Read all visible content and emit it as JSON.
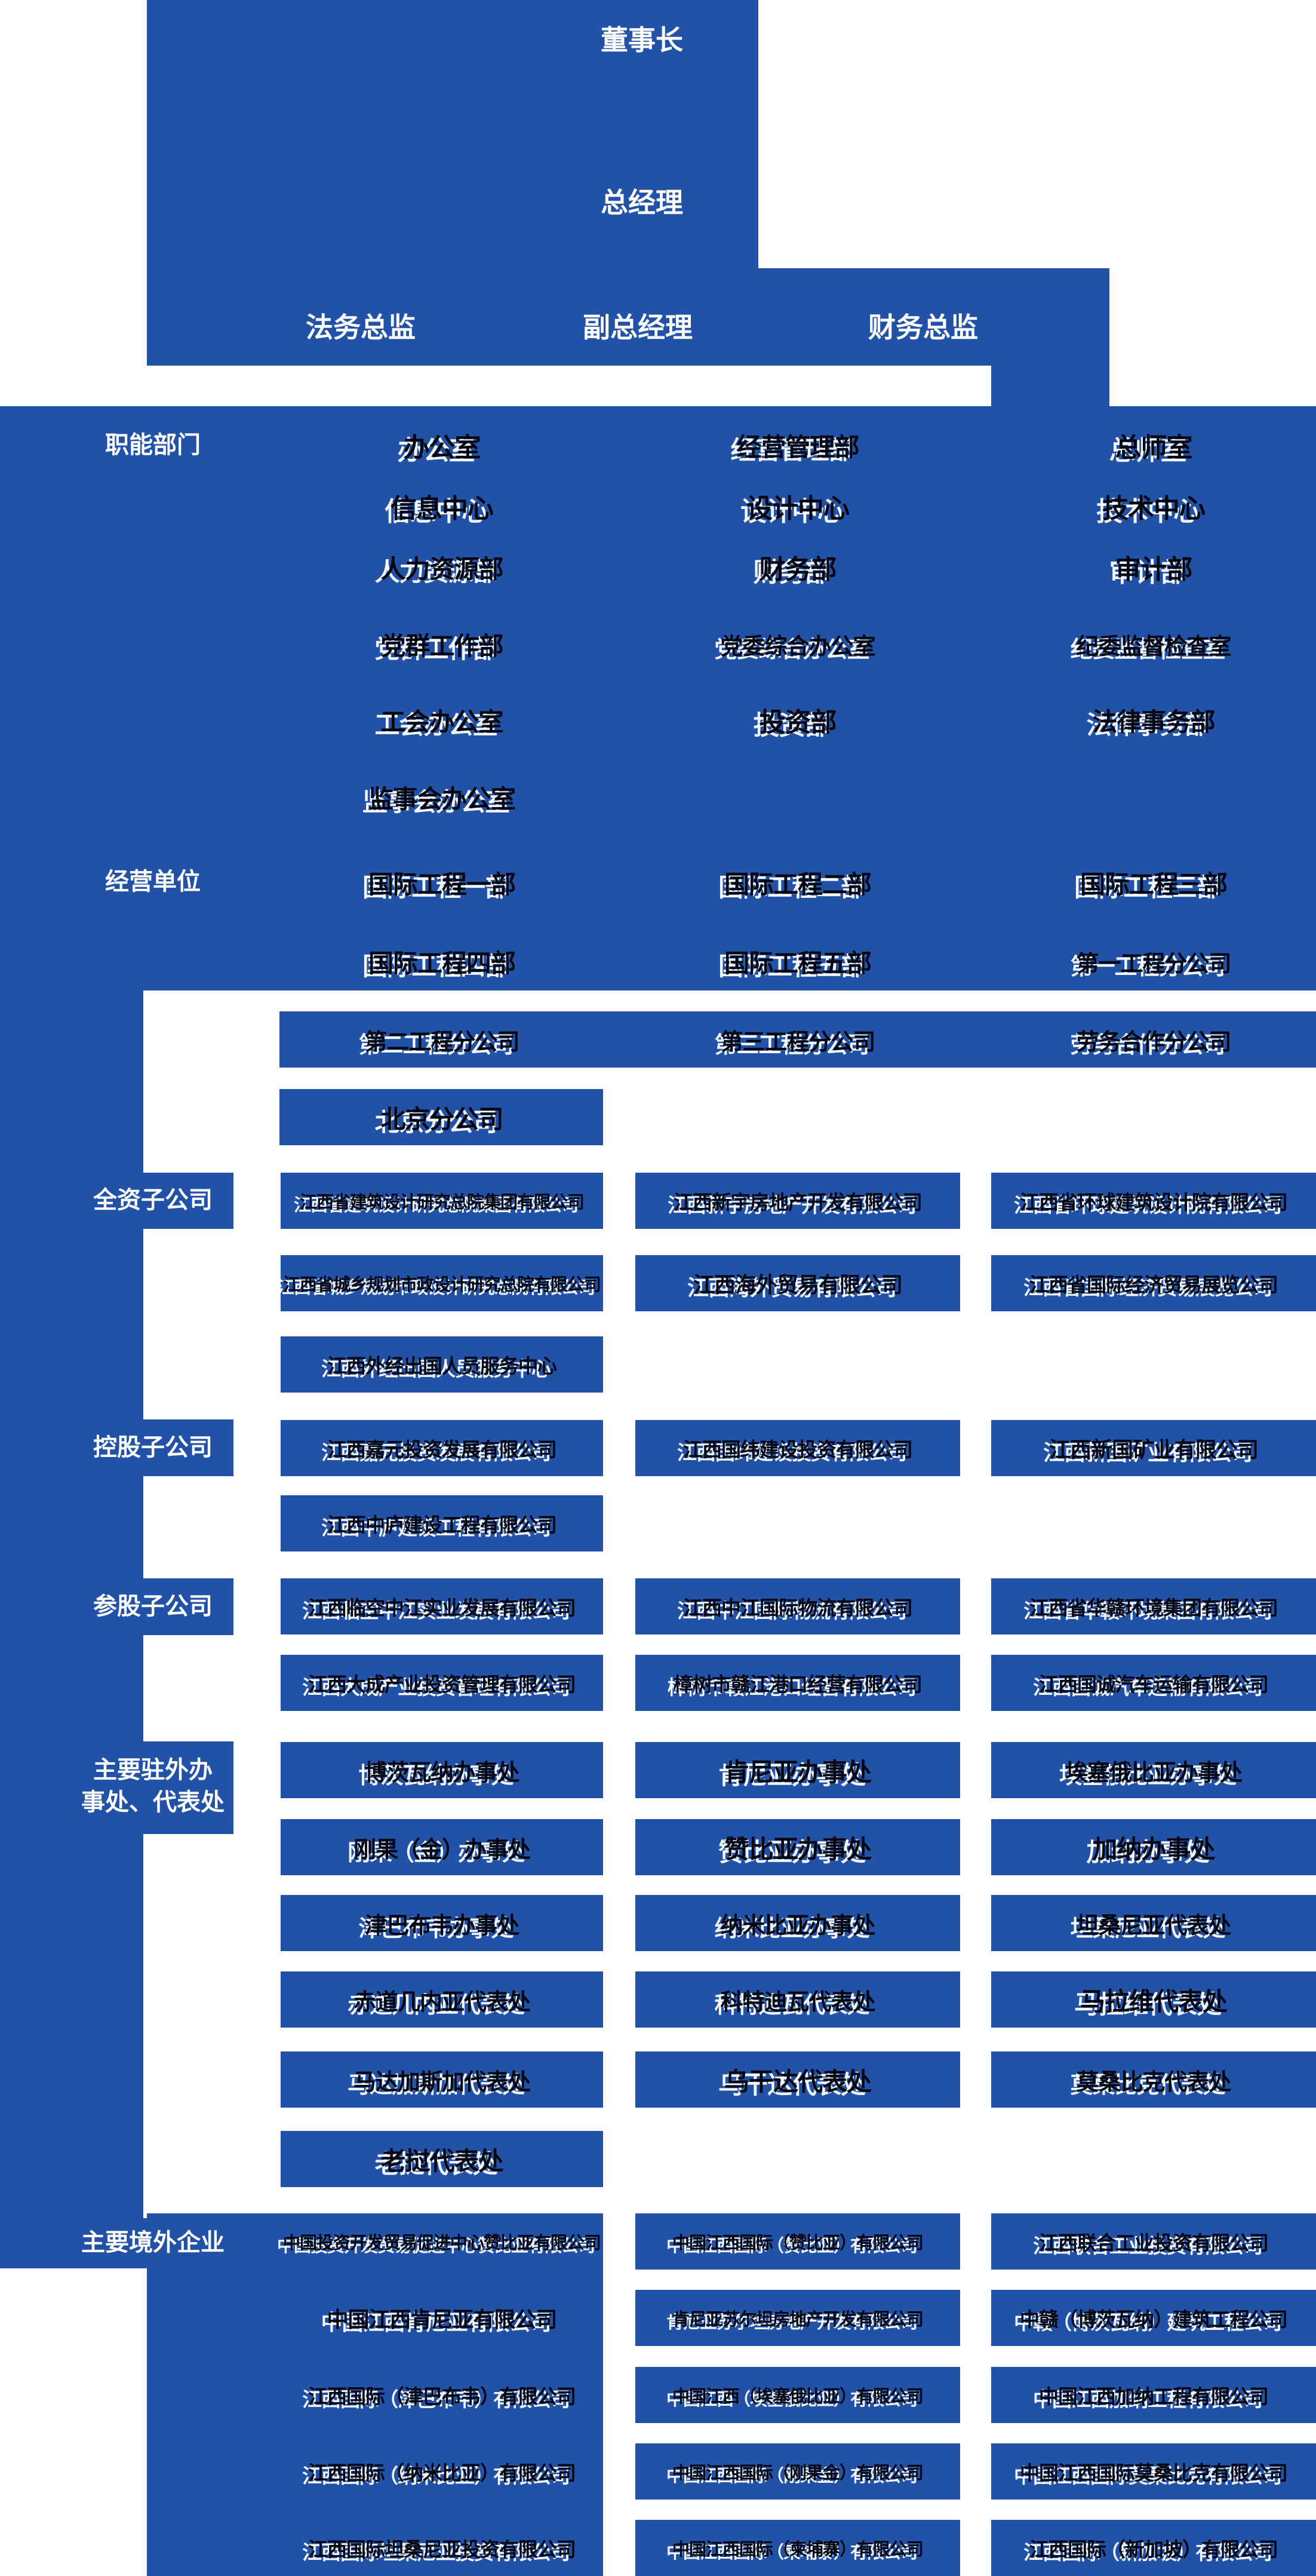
{
  "colors": {
    "primary_blue": "#2152a8",
    "box_text": "#05060e",
    "label_text": "#ffffff"
  },
  "top": {
    "chairman": "董事长",
    "general_manager": "总经理",
    "legal_director": "法务总监",
    "deputy_general_manager": "副总经理",
    "finance_director": "财务总监"
  },
  "sections": [
    {
      "label": "职能部门",
      "rows": [
        {
          "cells": [
            "办公室",
            "经营管理部",
            "总师室"
          ]
        },
        {
          "cells": [
            "信息中心",
            "设计中心",
            "技术中心"
          ]
        },
        {
          "cells": [
            "人力资源部",
            "财务部",
            "审计部"
          ]
        },
        {
          "cells": [
            "党群工作部",
            "党委综合办公室",
            "纪委监督检查室"
          ]
        },
        {
          "cells": [
            "工会办公室",
            "投资部",
            "法律事务部"
          ]
        },
        {
          "cells": [
            "监事会办公室",
            null,
            null
          ]
        }
      ]
    },
    {
      "label": "经营单位",
      "rows": [
        {
          "cells": [
            "国际工程一部",
            "国际工程二部",
            "国际工程三部"
          ]
        },
        {
          "cells": [
            "国际工程四部",
            "国际工程五部",
            "第一工程分公司"
          ]
        },
        {
          "cells": [
            "第二工程分公司",
            "第三工程分公司",
            "劳务合作分公司"
          ]
        },
        {
          "cells": [
            "北京分公司",
            null,
            null
          ]
        }
      ]
    },
    {
      "label": "全资子公司",
      "rows": [
        {
          "cells": [
            "江西省建筑设计研究总院集团有限公司",
            "江西新宇房地产开发有限公司",
            "江西省环球建筑设计院有限公司"
          ]
        },
        {
          "cells": [
            "江西省城乡规划市政设计研究总院有限公司",
            "江西海外贸易有限公司",
            "江西省国际经济贸易展览公司"
          ]
        },
        {
          "cells": [
            "江西外经出国人员服务中心",
            null,
            null
          ]
        }
      ]
    },
    {
      "label": "控股子公司",
      "rows": [
        {
          "cells": [
            "江西嘉元投资发展有限公司",
            "江西国纬建设投资有限公司",
            "江西新国矿业有限公司"
          ]
        },
        {
          "cells": [
            "江西中庐建设工程有限公司",
            null,
            null
          ]
        }
      ]
    },
    {
      "label": "参股子公司",
      "rows": [
        {
          "cells": [
            "江西临空中江实业发展有限公司",
            "江西中江国际物流有限公司",
            "江西省华赣环境集团有限公司"
          ]
        },
        {
          "cells": [
            "江西大成产业投资管理有限公司",
            "樟树市赣江港口经营有限公司",
            "江西国诚汽车运输有限公司"
          ]
        }
      ]
    },
    {
      "label": "主要驻外办\n事处、代表处",
      "rows": [
        {
          "cells": [
            "博茨瓦纳办事处",
            "肯尼亚办事处",
            "埃塞俄比亚办事处"
          ]
        },
        {
          "cells": [
            "刚果（金）办事处",
            "赞比亚办事处",
            "加纳办事处"
          ]
        },
        {
          "cells": [
            "津巴布韦办事处",
            "纳米比亚办事处",
            "坦桑尼亚代表处"
          ]
        },
        {
          "cells": [
            "赤道几内亚代表处",
            "科特迪瓦代表处",
            "马拉维代表处"
          ]
        },
        {
          "cells": [
            "马达加斯加代表处",
            "乌干达代表处",
            "莫桑比克代表处"
          ]
        },
        {
          "cells": [
            "老挝代表处",
            null,
            null
          ]
        }
      ]
    },
    {
      "label": "主要境外企业",
      "rows": [
        {
          "cells": [
            "中国投资开发贸易促进中心赞比亚有限公司",
            "中国江西国际（赞比亚）有限公司",
            "江西联合工业投资有限公司"
          ]
        },
        {
          "cells": [
            "中国江西肯尼亚有限公司",
            "肯尼亚苏尔坦房地产开发有限公司",
            "中赣（博茨瓦纳）建筑工程公司"
          ]
        },
        {
          "cells": [
            "江西国际（津巴布韦）有限公司",
            "中国江西（埃塞俄比亚）有限公司",
            "中国江西加纳工程有限公司"
          ]
        },
        {
          "cells": [
            "江西国际（纳米比亚）有限公司",
            "中国江西国际（刚果金）有限公司",
            "中国江西国际莫桑比克有限公司"
          ]
        },
        {
          "cells": [
            "江西国际坦桑尼亚投资有限公司",
            "中国江西国际（柬埔寨）有限公司",
            "江西国际（新加坡）有限公司"
          ]
        }
      ]
    }
  ]
}
